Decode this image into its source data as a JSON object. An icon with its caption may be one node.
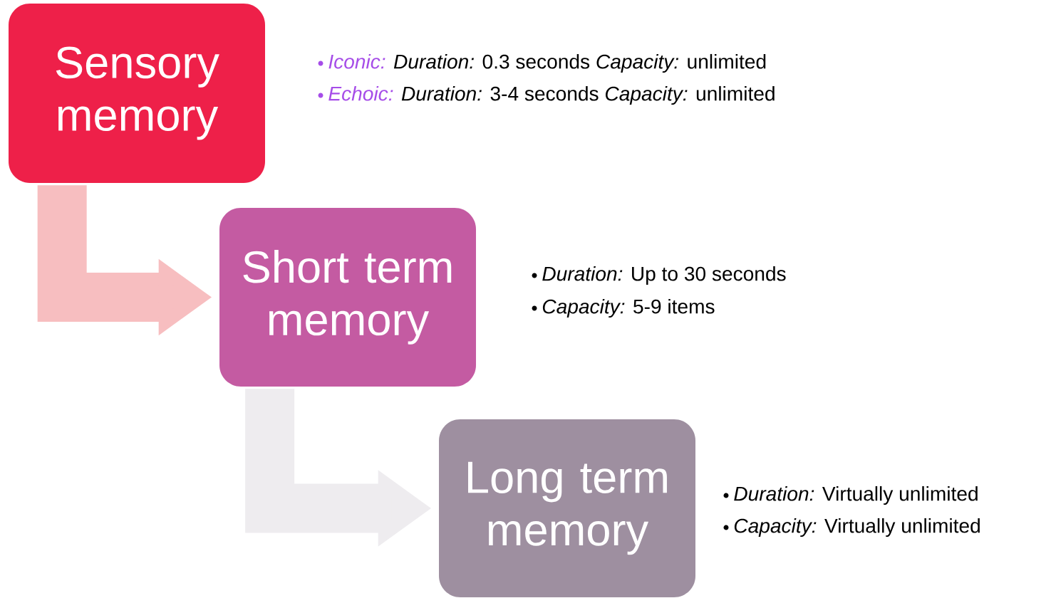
{
  "diagram": {
    "nodes": [
      {
        "text": [
          "Sensory memory"
        ],
        "beside": [
          "Iconic:",
          "*Duration:* 0.3 seconds *Capacity:* unlimited",
          "Echoic:",
          "*Duration:* 3-4 seconds *Capacity:* unlimited"
        ]
      },
      {
        "text": [
          "Short term memory"
        ],
        "beside": [
          "*Duration:* Up to 30 seconds",
          "*Capacity:* 5-9 items"
        ]
      },
      {
        "text": [
          "Long term memory"
        ],
        "beside": [
          "*Duration:* Virtually unlimited",
          "*Capacity:* Virtually unlimited"
        ]
      }
    ],
    "edges": [
      {
        "from": 0,
        "to": 1,
        "arrow": "to",
        "color": "#f7bec0"
      },
      {
        "from": 1,
        "to": 2,
        "arrow": "to",
        "color": "#eeecef"
      }
    ]
  }
}
